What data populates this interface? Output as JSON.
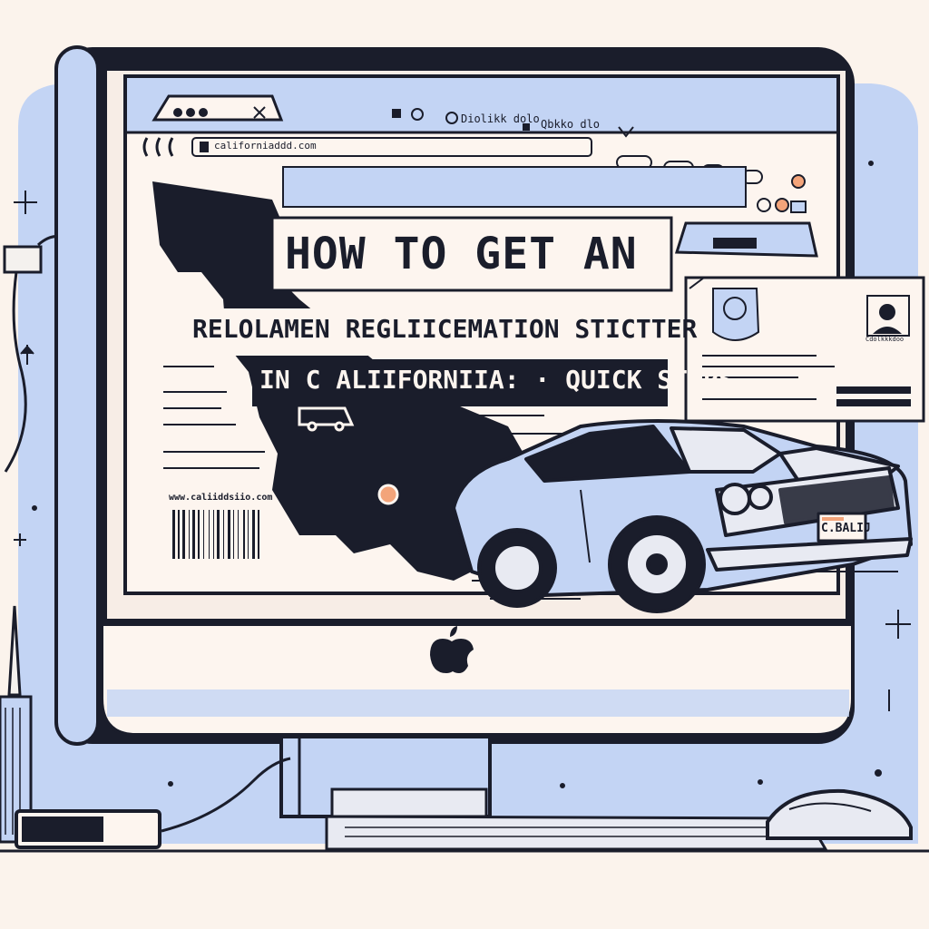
{
  "browser": {
    "address_bar": "californiaddd.com",
    "tab_label": "Diolikk dolo",
    "toolbar_text": "Qbkko dlo"
  },
  "article": {
    "headline_line1": "HOW TO GET AN",
    "headline_line2": "RELOLAMEN REGLIICEMATION STICTTER",
    "headline_line3": "IN C ALIIFORNIIA: · QUICK STEPS",
    "footer_url": "www.caliiddsiio.com"
  },
  "registration_card": {
    "caption": "Cdolkkkdoo"
  },
  "car": {
    "license_plate": "C.BALIJ"
  },
  "colors": {
    "background": "#fbf3ec",
    "accent_blue": "#b9ccf4",
    "dark_outline": "#1a1d2b",
    "screen_paper": "#fdf5ef"
  }
}
